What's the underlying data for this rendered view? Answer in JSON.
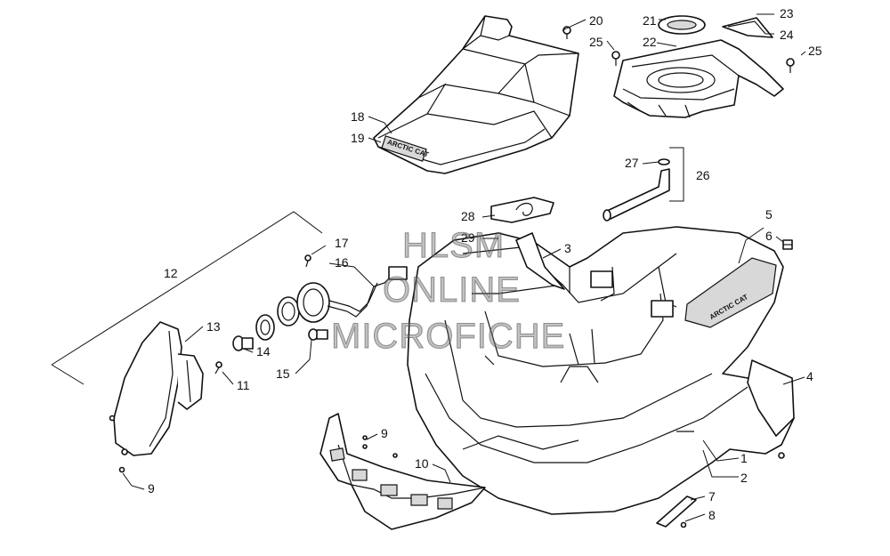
{
  "callouts": {
    "c1": "1",
    "c2": "2",
    "c3": "3",
    "c4": "4",
    "c5": "5",
    "c6": "6",
    "c7": "7",
    "c8": "8",
    "c9a": "9",
    "c9b": "9",
    "c10": "10",
    "c11": "11",
    "c12": "12",
    "c13": "13",
    "c14": "14",
    "c15": "15",
    "c16": "16",
    "c17": "17",
    "c18": "18",
    "c19": "19",
    "c20": "20",
    "c21": "21",
    "c22": "22",
    "c23": "23",
    "c24": "24",
    "c25a": "25",
    "c25b": "25",
    "c26": "26",
    "c27": "27",
    "c28": "28",
    "c29": "29"
  },
  "decals": {
    "seat_logo": "ARCTIC CAT",
    "tank_logo": "ARCTIC CAT"
  },
  "watermark": {
    "line1": "HLSM",
    "line2": "ONLINE",
    "line3": "MICROFICHE"
  }
}
